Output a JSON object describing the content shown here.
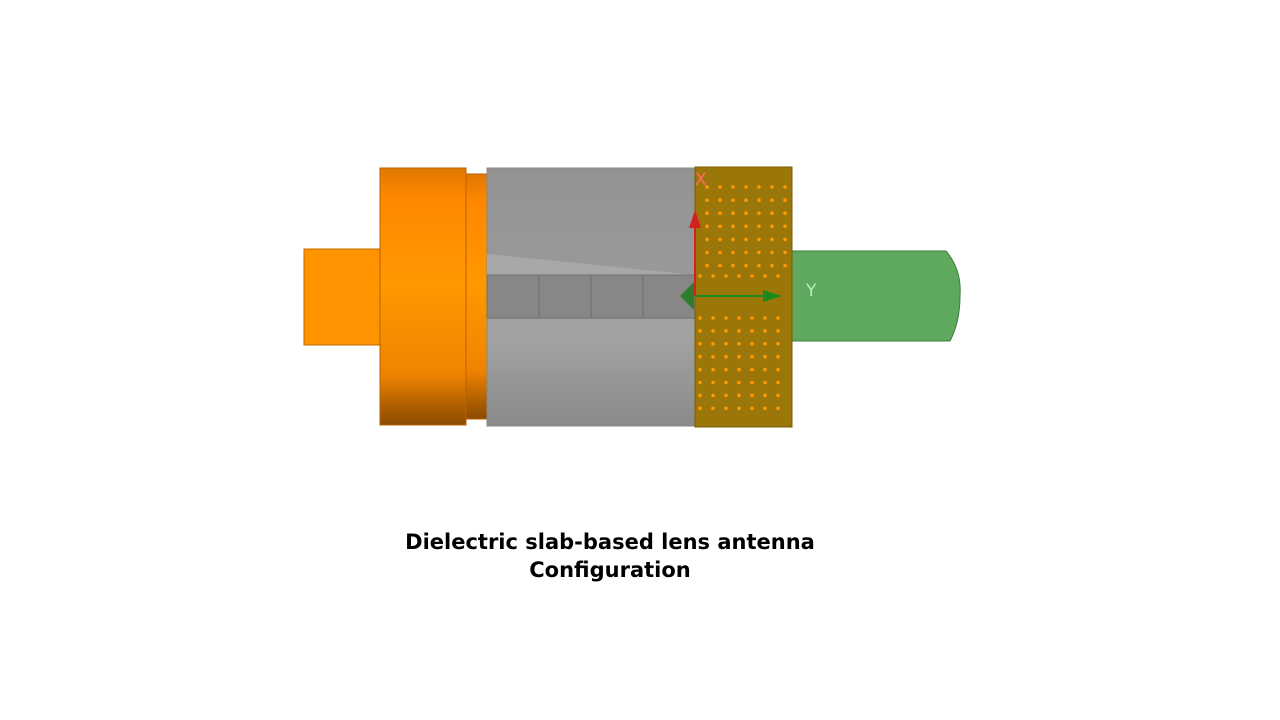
{
  "diagram": {
    "axis_x_label": "X",
    "axis_y_label": "Y",
    "colors": {
      "horn_orange": "#ff9200",
      "waveguide_gray": "#959595",
      "slab": "#9b7608",
      "slab_dots": "#ff9a00",
      "cylinder_green": "#5ea95e",
      "axis_x": "#d42020",
      "axis_y": "#1c8a1c"
    }
  },
  "caption": {
    "line1": "Dielectric slab-based lens antenna",
    "line2": "Configuration"
  }
}
